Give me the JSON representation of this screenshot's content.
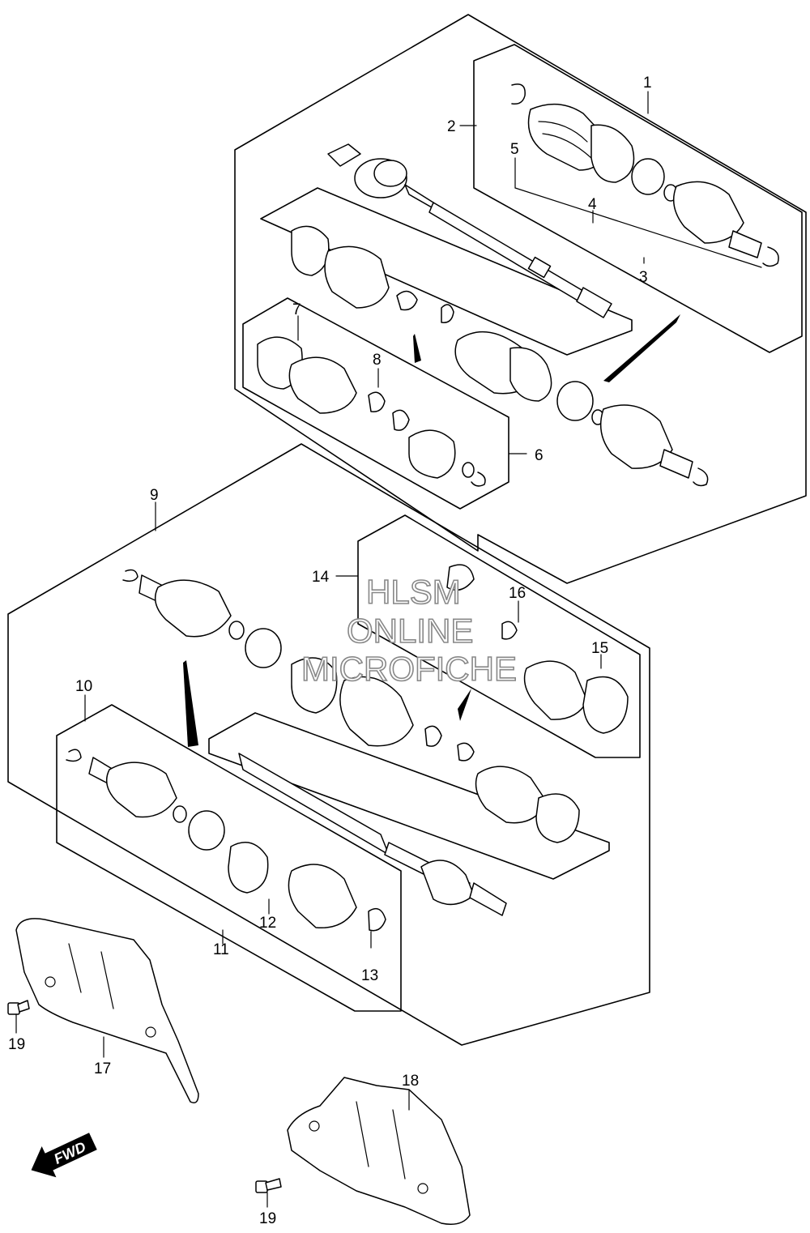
{
  "diagram": {
    "callouts": {
      "c1": "1",
      "c2": "2",
      "c3": "3",
      "c4": "4",
      "c5": "5",
      "c6": "6",
      "c7": "7",
      "c8": "8",
      "c9": "9",
      "c10": "10",
      "c11": "11",
      "c12": "12",
      "c13": "13",
      "c14": "14",
      "c15": "15",
      "c16": "16",
      "c17": "17",
      "c18": "18",
      "c19a": "19",
      "c19b": "19"
    },
    "watermark": {
      "line1": "HLSM",
      "line2": "ONLINE",
      "line3": "MICROFICHE"
    },
    "direction_badge": {
      "label": "FWD"
    },
    "icons": {
      "arrow": "fwd-arrow-icon"
    }
  }
}
